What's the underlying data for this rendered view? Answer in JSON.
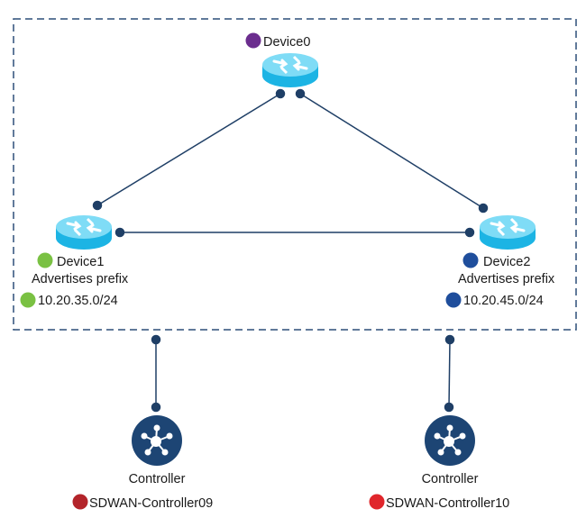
{
  "diagram": {
    "domain_box": {
      "style": "dashed",
      "color": "#2d4f78"
    },
    "colors": {
      "link": "#1f3f66",
      "router_top": "#7fdcf6",
      "router_body": "#1cb4e4",
      "router_arrow": "#ffffff",
      "controller_fill": "#1d4574"
    },
    "devices": [
      {
        "id": "device0",
        "name": "Device0",
        "status_color": "#6b2d8e"
      },
      {
        "id": "device1",
        "name": "Device1",
        "status_color": "#7ac143",
        "note": "Advertises prefix",
        "prefix": "10.20.35.0/24",
        "prefix_color": "#7ac143"
      },
      {
        "id": "device2",
        "name": "Device2",
        "status_color": "#1f4e9c",
        "note": "Advertises prefix",
        "prefix": "10.20.45.0/24",
        "prefix_color": "#1f4e9c"
      }
    ],
    "controllers": [
      {
        "id": "controller1",
        "type_label": "Controller",
        "name": "SDWAN-Controller09",
        "status_color": "#b3242a"
      },
      {
        "id": "controller2",
        "type_label": "Controller",
        "name": "SDWAN-Controller10",
        "status_color": "#e0262b"
      }
    ],
    "links": [
      {
        "from": "device0",
        "to": "device1"
      },
      {
        "from": "device0",
        "to": "device2"
      },
      {
        "from": "device1",
        "to": "device2"
      },
      {
        "from": "domain",
        "to": "controller1"
      },
      {
        "from": "domain",
        "to": "controller2"
      }
    ]
  }
}
